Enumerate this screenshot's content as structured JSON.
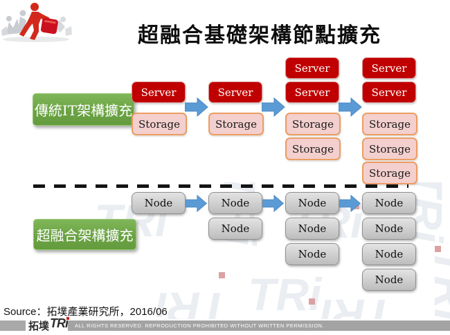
{
  "title": "超融合基礎架構節點擴充",
  "labels": {
    "server": "Server",
    "storage": "Storage",
    "node": "Node"
  },
  "diagram": {
    "traditional": {
      "label": "傳統IT架構擴充",
      "stages": [
        {
          "servers": 1,
          "storages": 1
        },
        {
          "servers": 1,
          "storages": 1
        },
        {
          "servers": 2,
          "storages": 2
        },
        {
          "servers": 2,
          "storages": 3
        }
      ]
    },
    "hyperconverged": {
      "label": "超融合架構擴充",
      "stages": [
        1,
        2,
        3,
        4
      ]
    }
  },
  "source_line": "Source：拓墣產業研究所，2016/06",
  "footer": {
    "logo_cn": "拓墣",
    "logo_en": "TRi",
    "rights": "ALL RIGHTS RESERVED. REPRODUCTION PROHIBITED WITHOUT WRITTEN PERMISSION."
  },
  "watermark_text": "TRi",
  "colors": {
    "server_fill": "#C00000",
    "storage_fill": "#F3CFCE",
    "storage_border": "#EC9D63",
    "node_fill": "#C9C9C9",
    "arrow_blue": "#5B9BD5",
    "label_green": "#6BA344"
  }
}
